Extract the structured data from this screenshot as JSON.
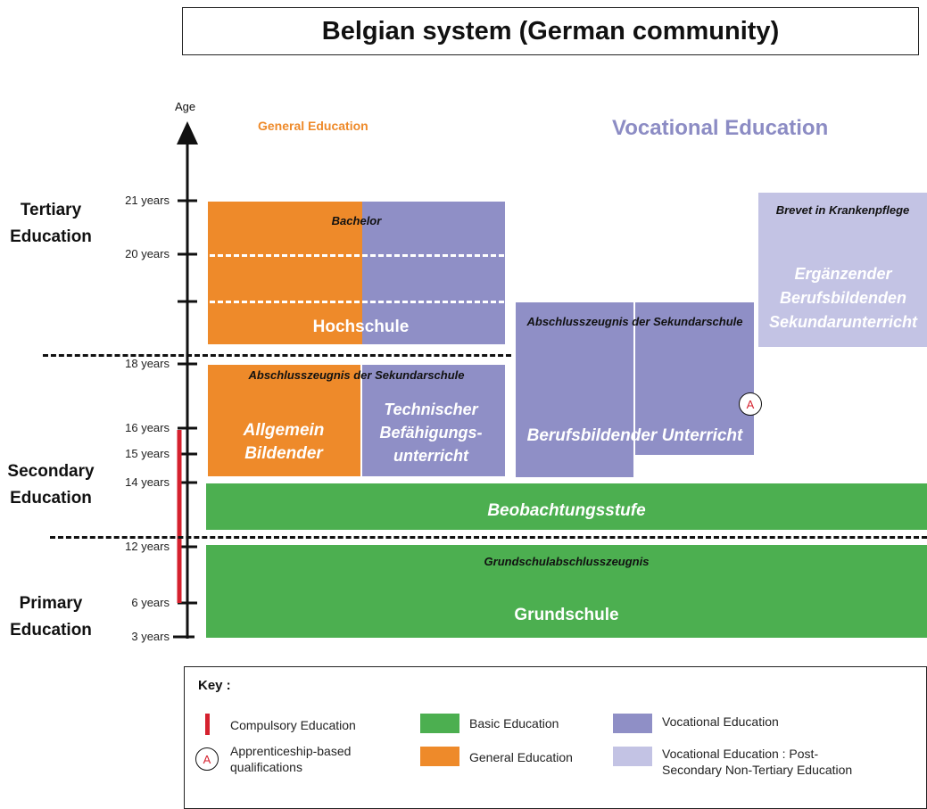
{
  "title": "Belgian system (German community)",
  "headers": {
    "general": "General Education",
    "vocational": "Vocational Education"
  },
  "axis": {
    "label": "Age",
    "ticks": [
      "21 years",
      "20 years",
      "18 years",
      "16 years",
      "15 years",
      "14 years",
      "12 years",
      "6 years",
      "3 years"
    ]
  },
  "levels": {
    "tertiary": "Tertiary Education",
    "secondary": "Secondary Education",
    "primary": "Primary Education"
  },
  "blocks": {
    "bachelor": "Bachelor",
    "hochschule": "Hochschule",
    "abschluss_general": "Abschlusszeugnis der Sekundarschule",
    "allgemein": "Allgemein Bildender",
    "technischer": "Technischer Befähigungs-unterricht",
    "abschluss_vocational": "Abschlusszeugnis der Sekundarschule",
    "berufsbildender": "Berufsbildender Unterricht",
    "brevet": "Brevet in Krankenpflege",
    "erganzender": "Ergänzender Berufsbildenden Sekundarunterricht",
    "beobachtungsstufe": "Beobachtungsstufe",
    "grundschulabschluss": "Grundschulabschlusszeugnis",
    "grundschule": "Grundschule"
  },
  "apprenticeship_marker": "A",
  "key": {
    "title": "Key :",
    "compulsory": "Compulsory Education",
    "apprenticeship": "Apprenticeship-based qualifications",
    "basic": "Basic Education",
    "general": "General Education",
    "vocational": "Vocational Education",
    "post_secondary": "Vocational Education : Post-Secondary Non-Tertiary Education"
  },
  "colors": {
    "basic": "#4caf50",
    "general": "#ee8a2a",
    "vocational": "#8f8fc6",
    "post_secondary": "#c3c3e4",
    "compulsory": "#d5212e"
  }
}
